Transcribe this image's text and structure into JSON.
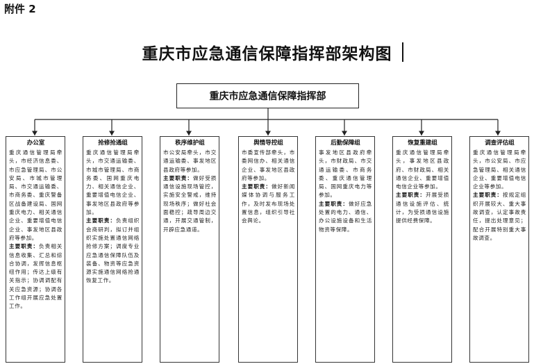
{
  "attachment_label": "附件 2",
  "title": "重庆市应急通信保障指挥部架构图",
  "headquarters": "重庆市应急通信保障指挥部",
  "duty_label": "主要职责：",
  "groups": [
    {
      "name": "办公室",
      "members": "重庆通信管理局牵头，市经济信息委、市应急管理局、市公安局、市城市管理局、市交通运输委、市商务委、重庆警备区战备建设局、国网重庆电力、相关通信企业、重要增值电信企业、事发地区县政府等参加。",
      "duties": "负责相关信息收集、汇总和综合协调，发挥信息枢纽作用；传达上级有关指示；协调调配有关应急资源；协调各工作组开展应急处置工作。"
    },
    {
      "name": "抢修抢通组",
      "members": "重庆通信管理局牵头，市交通运输委、市城市管理局、市商务委、国网重庆电力、相关通信企业、重要增值电信企业、事发地区县政府等参加。",
      "duties": "负责组织会商研判，拟订并组织实施处置通信网络抢修方案；调度专业应急通信保障队伍及装备、物资等应急资源实施通信网络抢通恢复工作。"
    },
    {
      "name": "秩序维护组",
      "members": "市公安局牵头，市交通运输委、事发地区县政府等参加。",
      "duties": "做好受损通信设施现场管控，实施安全警戒，维持现场秩序；做好社会面稳控；疏导周边交通，开展交通管制，开辟应急通道。"
    },
    {
      "name": "舆情导控组",
      "members": "市委宣传部牵头，市委网信办、相关通信企业、事发地区县政府等参加。",
      "duties": "做好新闻媒体协调与服务工作，及时发布现场处置信息，组织引导社会舆论。"
    },
    {
      "name": "后勤保障组",
      "members": "事发地区县政府牵头，市财政局、市交通运输委、市商务委、重庆通信管理局、国网重庆电力等参加。",
      "duties": "做好应急处置的电力、通信、办公设施设备和生活物资等保障。"
    },
    {
      "name": "恢复重建组",
      "members": "重庆通信管理局牵头，事发地区县政府、市财政局、相关通信企业、重要增值电信企业等参加。",
      "duties": "开展受损通信设施评估、统计，为受损通信设施提供经费保障。"
    },
    {
      "name": "调查评估组",
      "members": "重庆通信管理局牵头，市公安局、市应急管理局、相关通信企业、重要增值电信企业等参加。",
      "duties": "按规定组织开展较大、重大事故调查，认定事故责任，提出处理意见；配合开展特别重大事故调查。"
    }
  ]
}
